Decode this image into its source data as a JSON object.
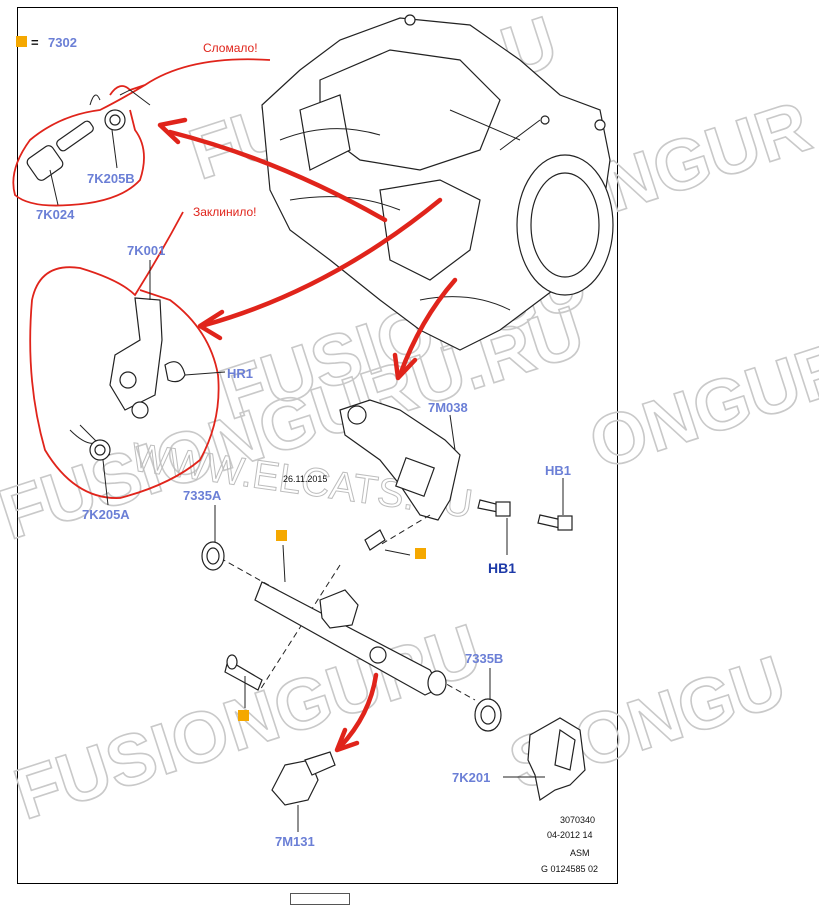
{
  "legend": {
    "swatch_color": "#f5a800",
    "equals": "=",
    "code": "7302"
  },
  "notes": {
    "broken": "Сломало!",
    "jammed": "Заклинило!"
  },
  "labels": {
    "p7K205B": "7K205B",
    "p7K024": "7K024",
    "p7K001": "7K001",
    "pHR1": "HR1",
    "p7K205A": "7K205A",
    "p7M038": "7M038",
    "pHB1_top": "HB1",
    "pHB1_bottom": "HB1",
    "p7335A": "7335A",
    "p7335B": "7335B",
    "p7K201": "7K201",
    "p7M131": "7M131"
  },
  "footer": {
    "line1": "3070340",
    "line2": "04-2012 14",
    "line3": "ASM",
    "line4": "G 0124585 02"
  },
  "watermarks": {
    "site": "WWW.ELCATS.RU",
    "date": "26.11.2015",
    "brand": "FUSIONGURU.RU",
    "brand_a": "FUSIONGURU",
    "brand_b": "FUSIONGU",
    "brand_c": "ONGUR",
    "brand_d": "SIONGU"
  },
  "colors": {
    "annotation": "#e0241b",
    "label": "#6b7fd6",
    "label_dark": "#1d3aa8",
    "marker": "#f5a800"
  }
}
